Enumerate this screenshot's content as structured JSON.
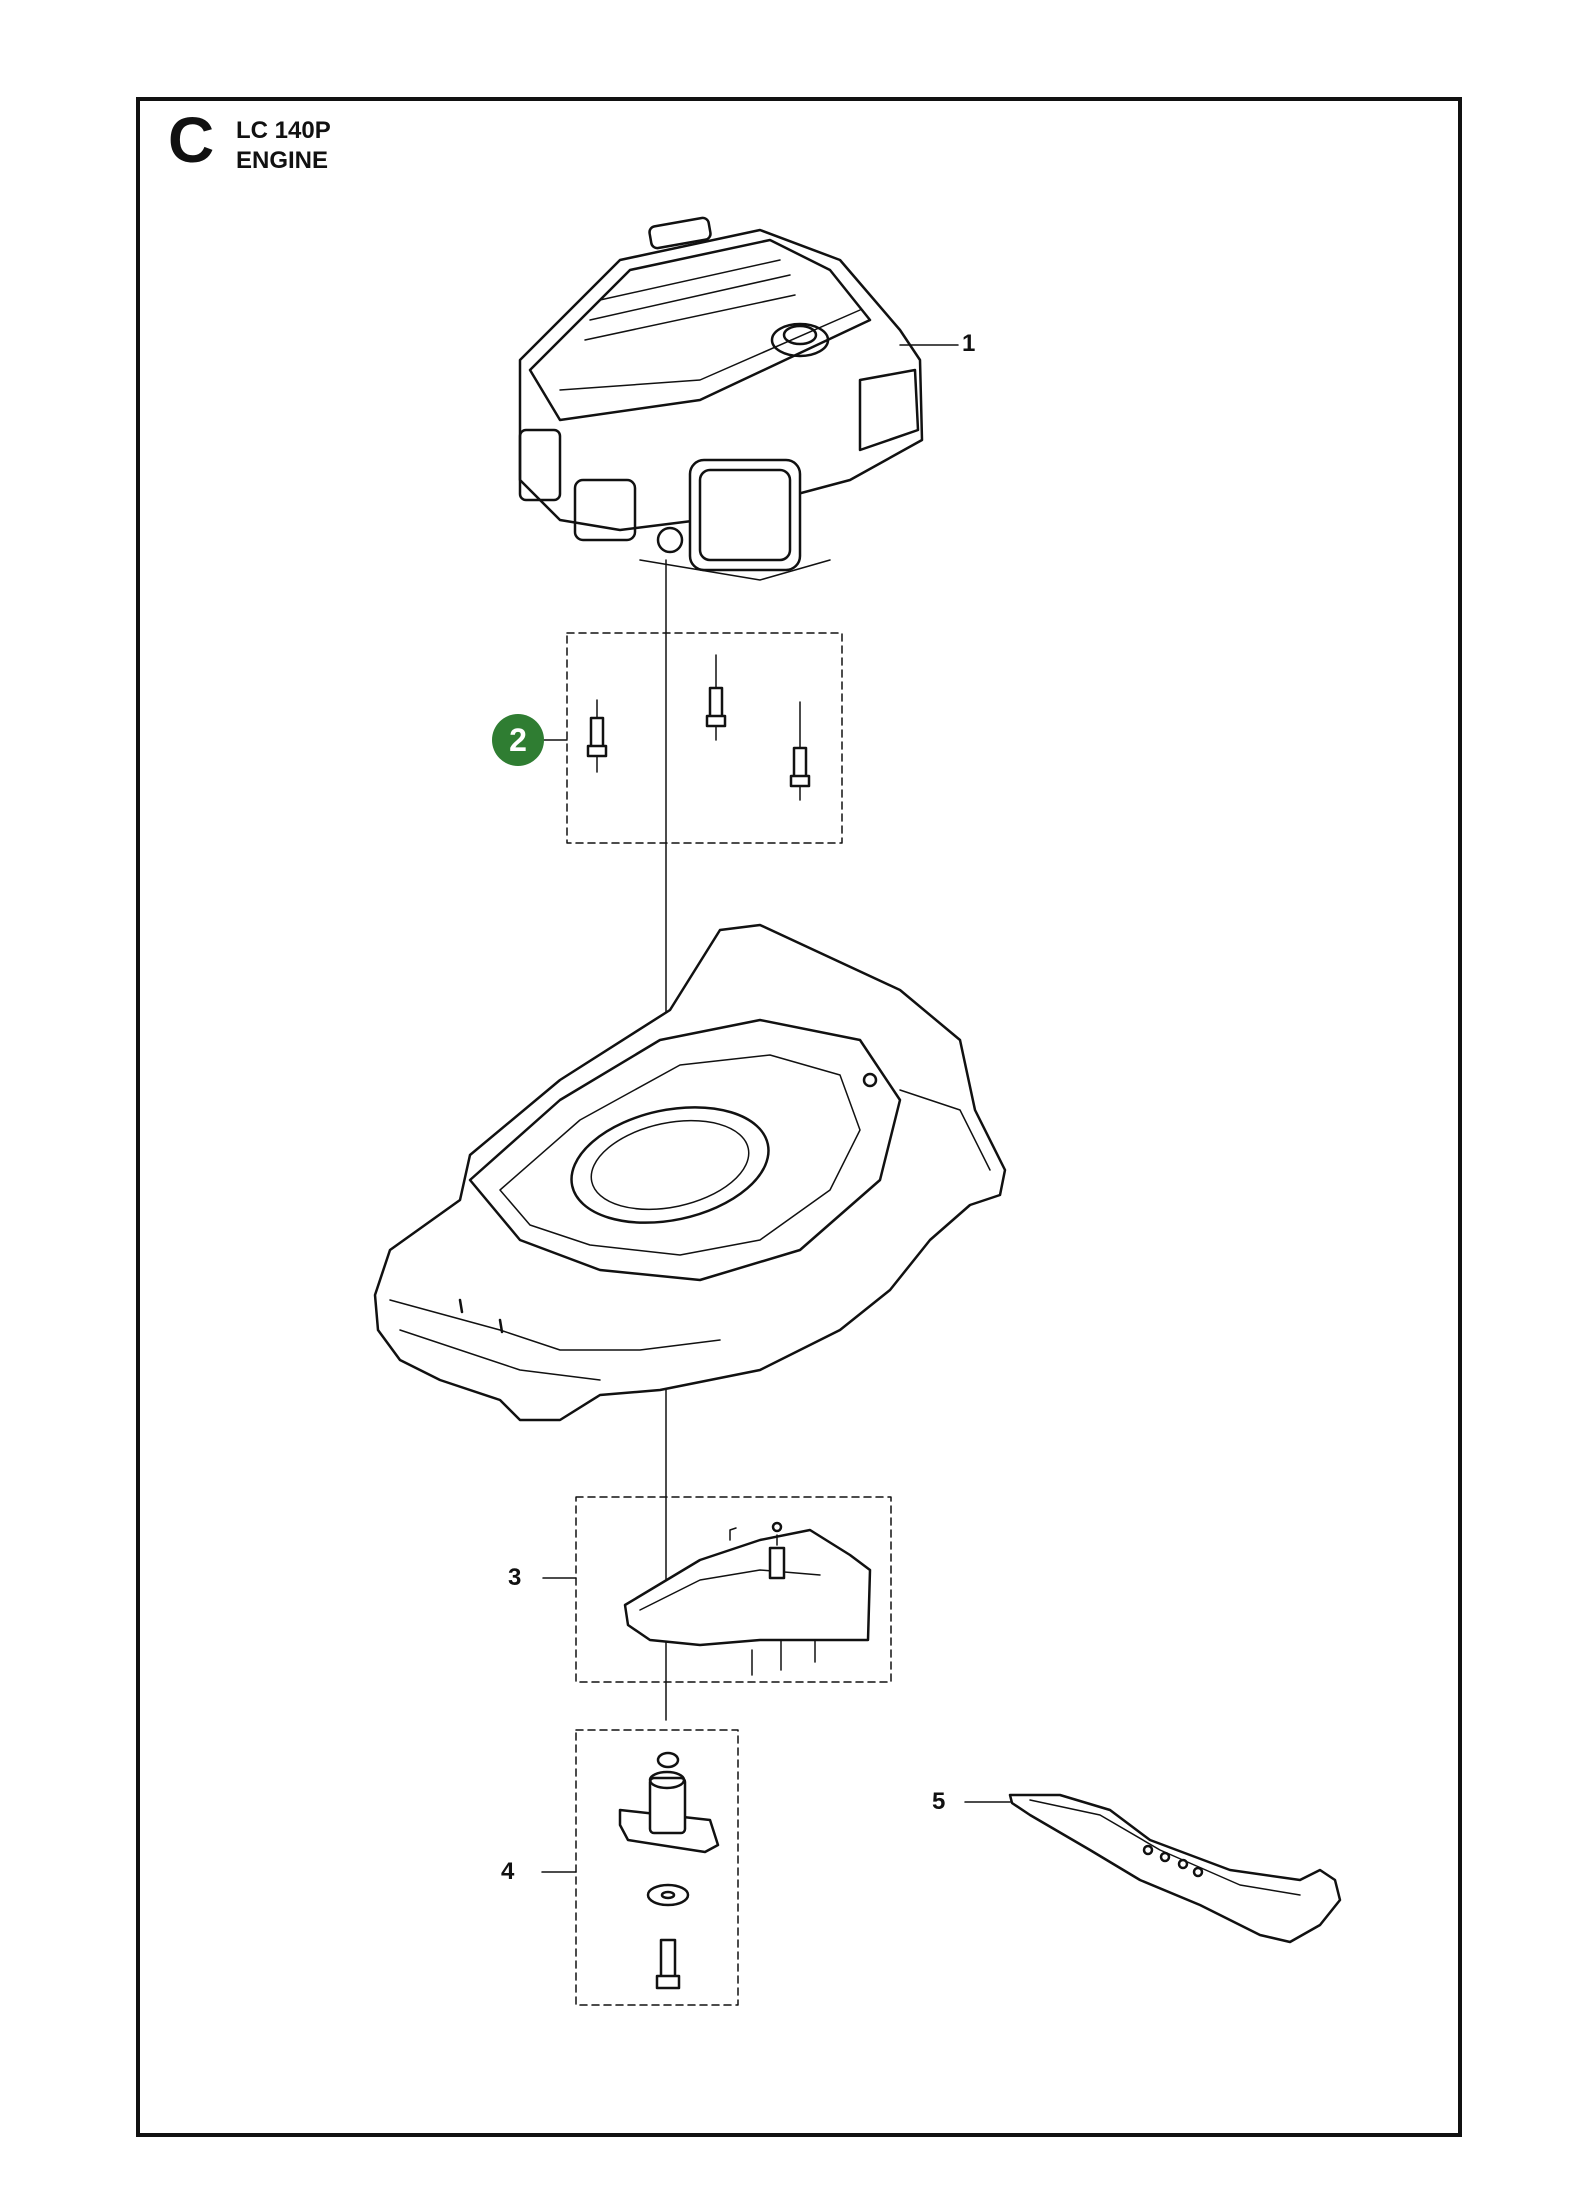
{
  "header": {
    "section_letter": "C",
    "model": "LC 140P",
    "group": "ENGINE"
  },
  "callouts": [
    {
      "number": "1",
      "part": "engine",
      "highlighted": false
    },
    {
      "number": "2",
      "part": "engine-bolts",
      "highlighted": true
    },
    {
      "number": "3",
      "part": "deflector-kit",
      "highlighted": false
    },
    {
      "number": "4",
      "part": "blade-hub-kit",
      "highlighted": false
    },
    {
      "number": "5",
      "part": "blade",
      "highlighted": false
    }
  ],
  "colors": {
    "line": "#111111",
    "highlight": "#2f7d32",
    "background": "#ffffff"
  }
}
